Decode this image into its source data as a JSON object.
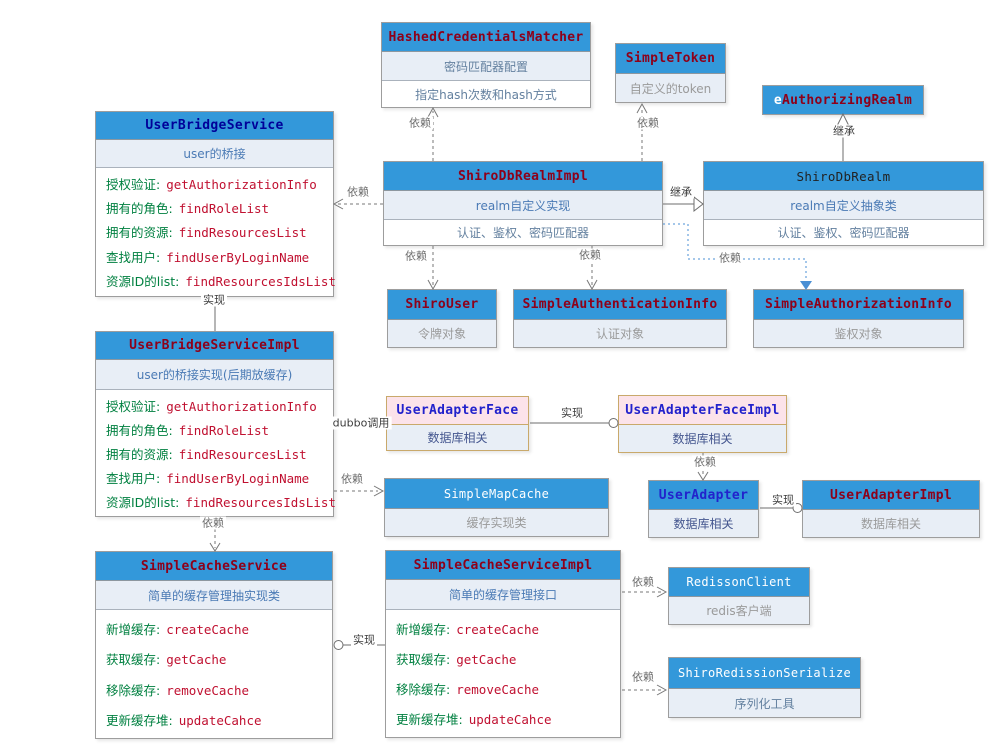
{
  "colors": {
    "header_blue": "#3398da",
    "header_pink": "#fce3ea",
    "pink_border": "#c9a96b",
    "title_red": "#8e0019",
    "title_navy": "#000099",
    "title_blue": "#2222cc",
    "title_black": "#222222",
    "title_white": "#ffffff",
    "label_green": "#008040",
    "method_red": "#c01030",
    "dependency_blue": "#4a8fd4",
    "sub_blue": "#4a7ab5",
    "sub_gray": "#9a9a9a",
    "sub_slate": "#63809f",
    "sub_navy": "#44568f"
  },
  "boxes": {
    "hashed_credentials_matcher": {
      "title": "HashedCredentialsMatcher",
      "subtitle": "密码匹配器配置",
      "note": "指定hash次数和hash方式"
    },
    "simple_token": {
      "title": "SimpleToken",
      "subtitle": "自定义的token"
    },
    "authorizing_realm": {
      "prefix": "e",
      "title": "AuthorizingRealm"
    },
    "user_bridge_service": {
      "title": "UserBridgeService",
      "subtitle": "user的桥接",
      "methods": [
        {
          "label": "授权验证:",
          "name": "getAuthorizationInfo"
        },
        {
          "label": "拥有的角色:",
          "name": "findRoleList"
        },
        {
          "label": "拥有的资源:",
          "name": "findResourcesList"
        },
        {
          "label": "查找用户:",
          "name": "findUserByLoginName"
        },
        {
          "label": "资源ID的list:",
          "name": "findResourcesIdsList"
        }
      ]
    },
    "shiro_db_realm_impl": {
      "title": "ShiroDbRealmImpl",
      "subtitle": "realm自定义实现",
      "note": "认证、鉴权、密码匹配器"
    },
    "shiro_db_realm": {
      "title": "ShiroDbRealm",
      "subtitle": "realm自定义抽象类",
      "note": "认证、鉴权、密码匹配器"
    },
    "shiro_user": {
      "title": "ShiroUser",
      "subtitle": "令牌对象"
    },
    "simple_authentication_info": {
      "title": "SimpleAuthenticationInfo",
      "subtitle": "认证对象"
    },
    "simple_authorization_info": {
      "title": "SimpleAuthorizationInfo",
      "subtitle": "鉴权对象"
    },
    "user_bridge_service_impl": {
      "title": "UserBridgeServiceImpl",
      "subtitle": "user的桥接实现(后期放缓存)",
      "methods": [
        {
          "label": "授权验证:",
          "name": "getAuthorizationInfo"
        },
        {
          "label": "拥有的角色:",
          "name": "findRoleList"
        },
        {
          "label": "拥有的资源:",
          "name": "findResourcesList"
        },
        {
          "label": "查找用户:",
          "name": "findUserByLoginName"
        },
        {
          "label": "资源ID的list:",
          "name": "findResourcesIdsList"
        }
      ]
    },
    "user_adapter_face": {
      "title": "UserAdapterFace",
      "subtitle": "数据库相关"
    },
    "user_adapter_face_impl": {
      "title": "UserAdapterFaceImpl",
      "subtitle": "数据库相关"
    },
    "simple_map_cache": {
      "title": "SimpleMapCache",
      "subtitle": "缓存实现类"
    },
    "user_adapter": {
      "title": "UserAdapter",
      "subtitle": "数据库相关"
    },
    "user_adapter_impl": {
      "title": "UserAdapterImpl",
      "subtitle": "数据库相关"
    },
    "simple_cache_service": {
      "title": "SimpleCacheService",
      "subtitle": "简单的缓存管理抽实现类",
      "methods": [
        {
          "label": "新增缓存:",
          "name": "createCache"
        },
        {
          "label": "获取缓存:",
          "name": "getCache"
        },
        {
          "label": "移除缓存:",
          "name": "removeCache"
        },
        {
          "label": "更新缓存堆:",
          "name": "updateCahce"
        }
      ]
    },
    "simple_cache_service_impl": {
      "title": "SimpleCacheServiceImpl",
      "subtitle": "简单的缓存管理接口",
      "methods": [
        {
          "label": "新增缓存:",
          "name": "createCache"
        },
        {
          "label": "获取缓存:",
          "name": "getCache"
        },
        {
          "label": "移除缓存:",
          "name": "removeCache"
        },
        {
          "label": "更新缓存堆:",
          "name": "updateCahce"
        }
      ]
    },
    "redisson_client": {
      "title": "RedissonClient",
      "subtitle": "redis客户端"
    },
    "shiro_redission_serialize": {
      "title": "ShiroRedissionSerialize",
      "subtitle": "序列化工具"
    }
  },
  "edges": [
    {
      "from": "ShiroDbRealmImpl",
      "to": "HashedCredentialsMatcher",
      "label": "依赖",
      "type": "dependency"
    },
    {
      "from": "ShiroDbRealmImpl",
      "to": "SimpleToken",
      "label": "依赖",
      "type": "dependency"
    },
    {
      "from": "ShiroDbRealm",
      "to": "AuthorizingRealm",
      "label": "继承",
      "type": "inheritance"
    },
    {
      "from": "ShiroDbRealmImpl",
      "to": "UserBridgeService",
      "label": "依赖",
      "type": "dependency"
    },
    {
      "from": "ShiroDbRealmImpl",
      "to": "ShiroDbRealm",
      "label": "继承",
      "type": "inheritance"
    },
    {
      "from": "ShiroDbRealmImpl",
      "to": "ShiroUser",
      "label": "依赖",
      "type": "dependency"
    },
    {
      "from": "ShiroDbRealmImpl",
      "to": "SimpleAuthenticationInfo",
      "label": "依赖",
      "type": "dependency"
    },
    {
      "from": "ShiroDbRealmImpl",
      "to": "SimpleAuthorizationInfo",
      "label": "依赖",
      "type": "dependency"
    },
    {
      "from": "UserBridgeService",
      "to": "UserBridgeServiceImpl",
      "label": "实现",
      "type": "realization"
    },
    {
      "from": "UserBridgeServiceImpl",
      "to": "UserAdapterFace",
      "label": "dubbo调用",
      "type": "call"
    },
    {
      "from": "UserAdapterFace",
      "to": "UserAdapterFaceImpl",
      "label": "实现",
      "type": "realization"
    },
    {
      "from": "UserBridgeServiceImpl",
      "to": "SimpleMapCache",
      "label": "依赖",
      "type": "dependency"
    },
    {
      "from": "UserAdapterFaceImpl",
      "to": "UserAdapter",
      "label": "依赖",
      "type": "dependency"
    },
    {
      "from": "UserAdapter",
      "to": "UserAdapterImpl",
      "label": "实现",
      "type": "realization"
    },
    {
      "from": "UserBridgeServiceImpl",
      "to": "SimpleCacheService",
      "label": "依赖",
      "type": "dependency"
    },
    {
      "from": "SimpleCacheService",
      "to": "SimpleCacheServiceImpl",
      "label": "实现",
      "type": "realization"
    },
    {
      "from": "SimpleCacheServiceImpl",
      "to": "RedissonClient",
      "label": "依赖",
      "type": "dependency"
    },
    {
      "from": "SimpleCacheServiceImpl",
      "to": "ShiroRedissionSerialize",
      "label": "依赖",
      "type": "dependency"
    }
  ]
}
